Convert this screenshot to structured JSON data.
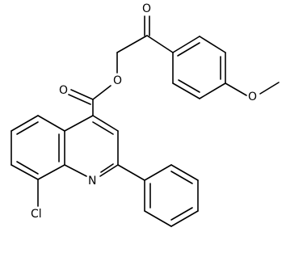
{
  "molecule": {
    "atoms": {
      "oxygen_ketone": "O",
      "oxygen_ester_single": "O",
      "oxygen_ester_carbonyl": "O",
      "oxygen_methoxy": "O",
      "nitrogen_quinoline": "N",
      "chlorine": "Cl"
    }
  }
}
